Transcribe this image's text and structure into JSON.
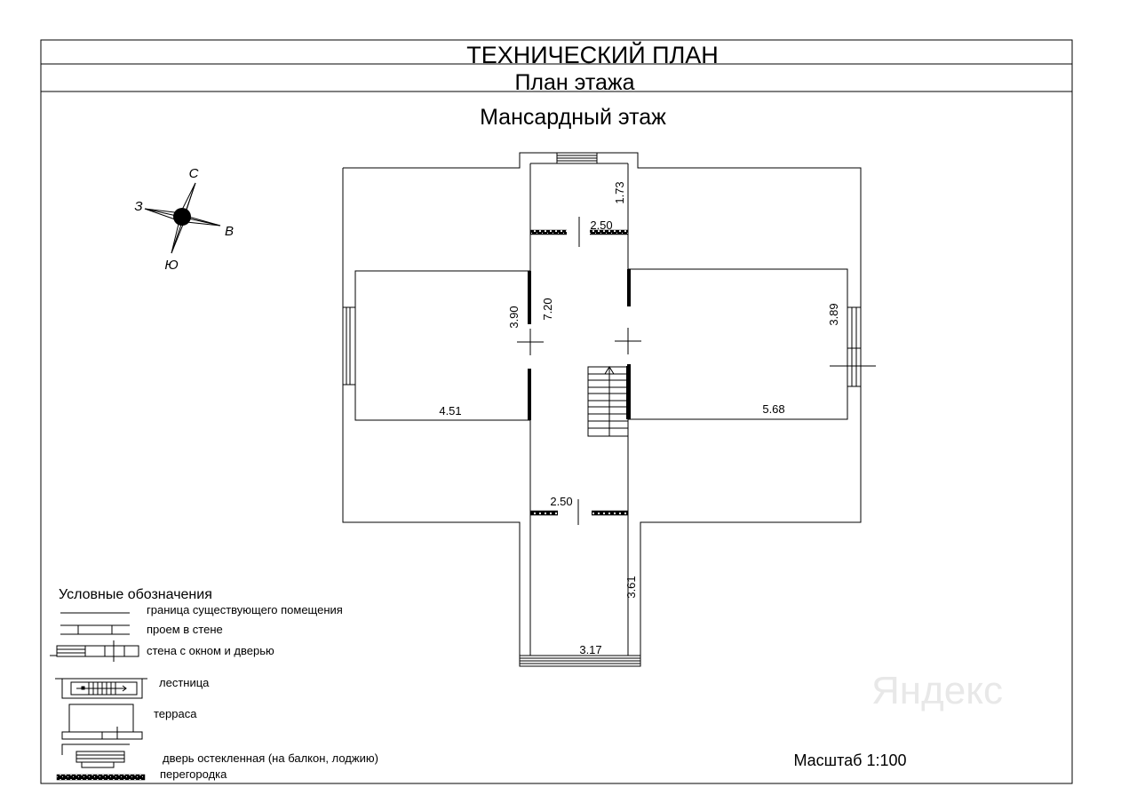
{
  "header": {
    "title": "ТЕХНИЧЕСКИЙ  ПЛАН",
    "subtitle": "План  этажа",
    "floor_name": "Мансардный этаж"
  },
  "compass": {
    "north": "С",
    "south": "Ю",
    "west": "З",
    "east": "В"
  },
  "dimensions": {
    "top_height": "1.73",
    "top_width": "2.50",
    "left_room_height": "3.90",
    "corridor_length": "7.20",
    "right_room_height": "3.89",
    "left_room_width": "4.51",
    "right_room_width": "5.68",
    "bottom_width": "2.50",
    "terrace_height": "3.61",
    "terrace_width": "3.17"
  },
  "legend": {
    "title": "Условные обозначения",
    "items": [
      "граница  существующего помещения",
      "проем в стене",
      "стена с окном и дверью",
      "лестница",
      "терраса",
      "дверь остекленная (на балкон, лоджию)",
      "перегородка"
    ]
  },
  "scale_text": "Масштаб 1:100",
  "watermark": "Яндекс"
}
